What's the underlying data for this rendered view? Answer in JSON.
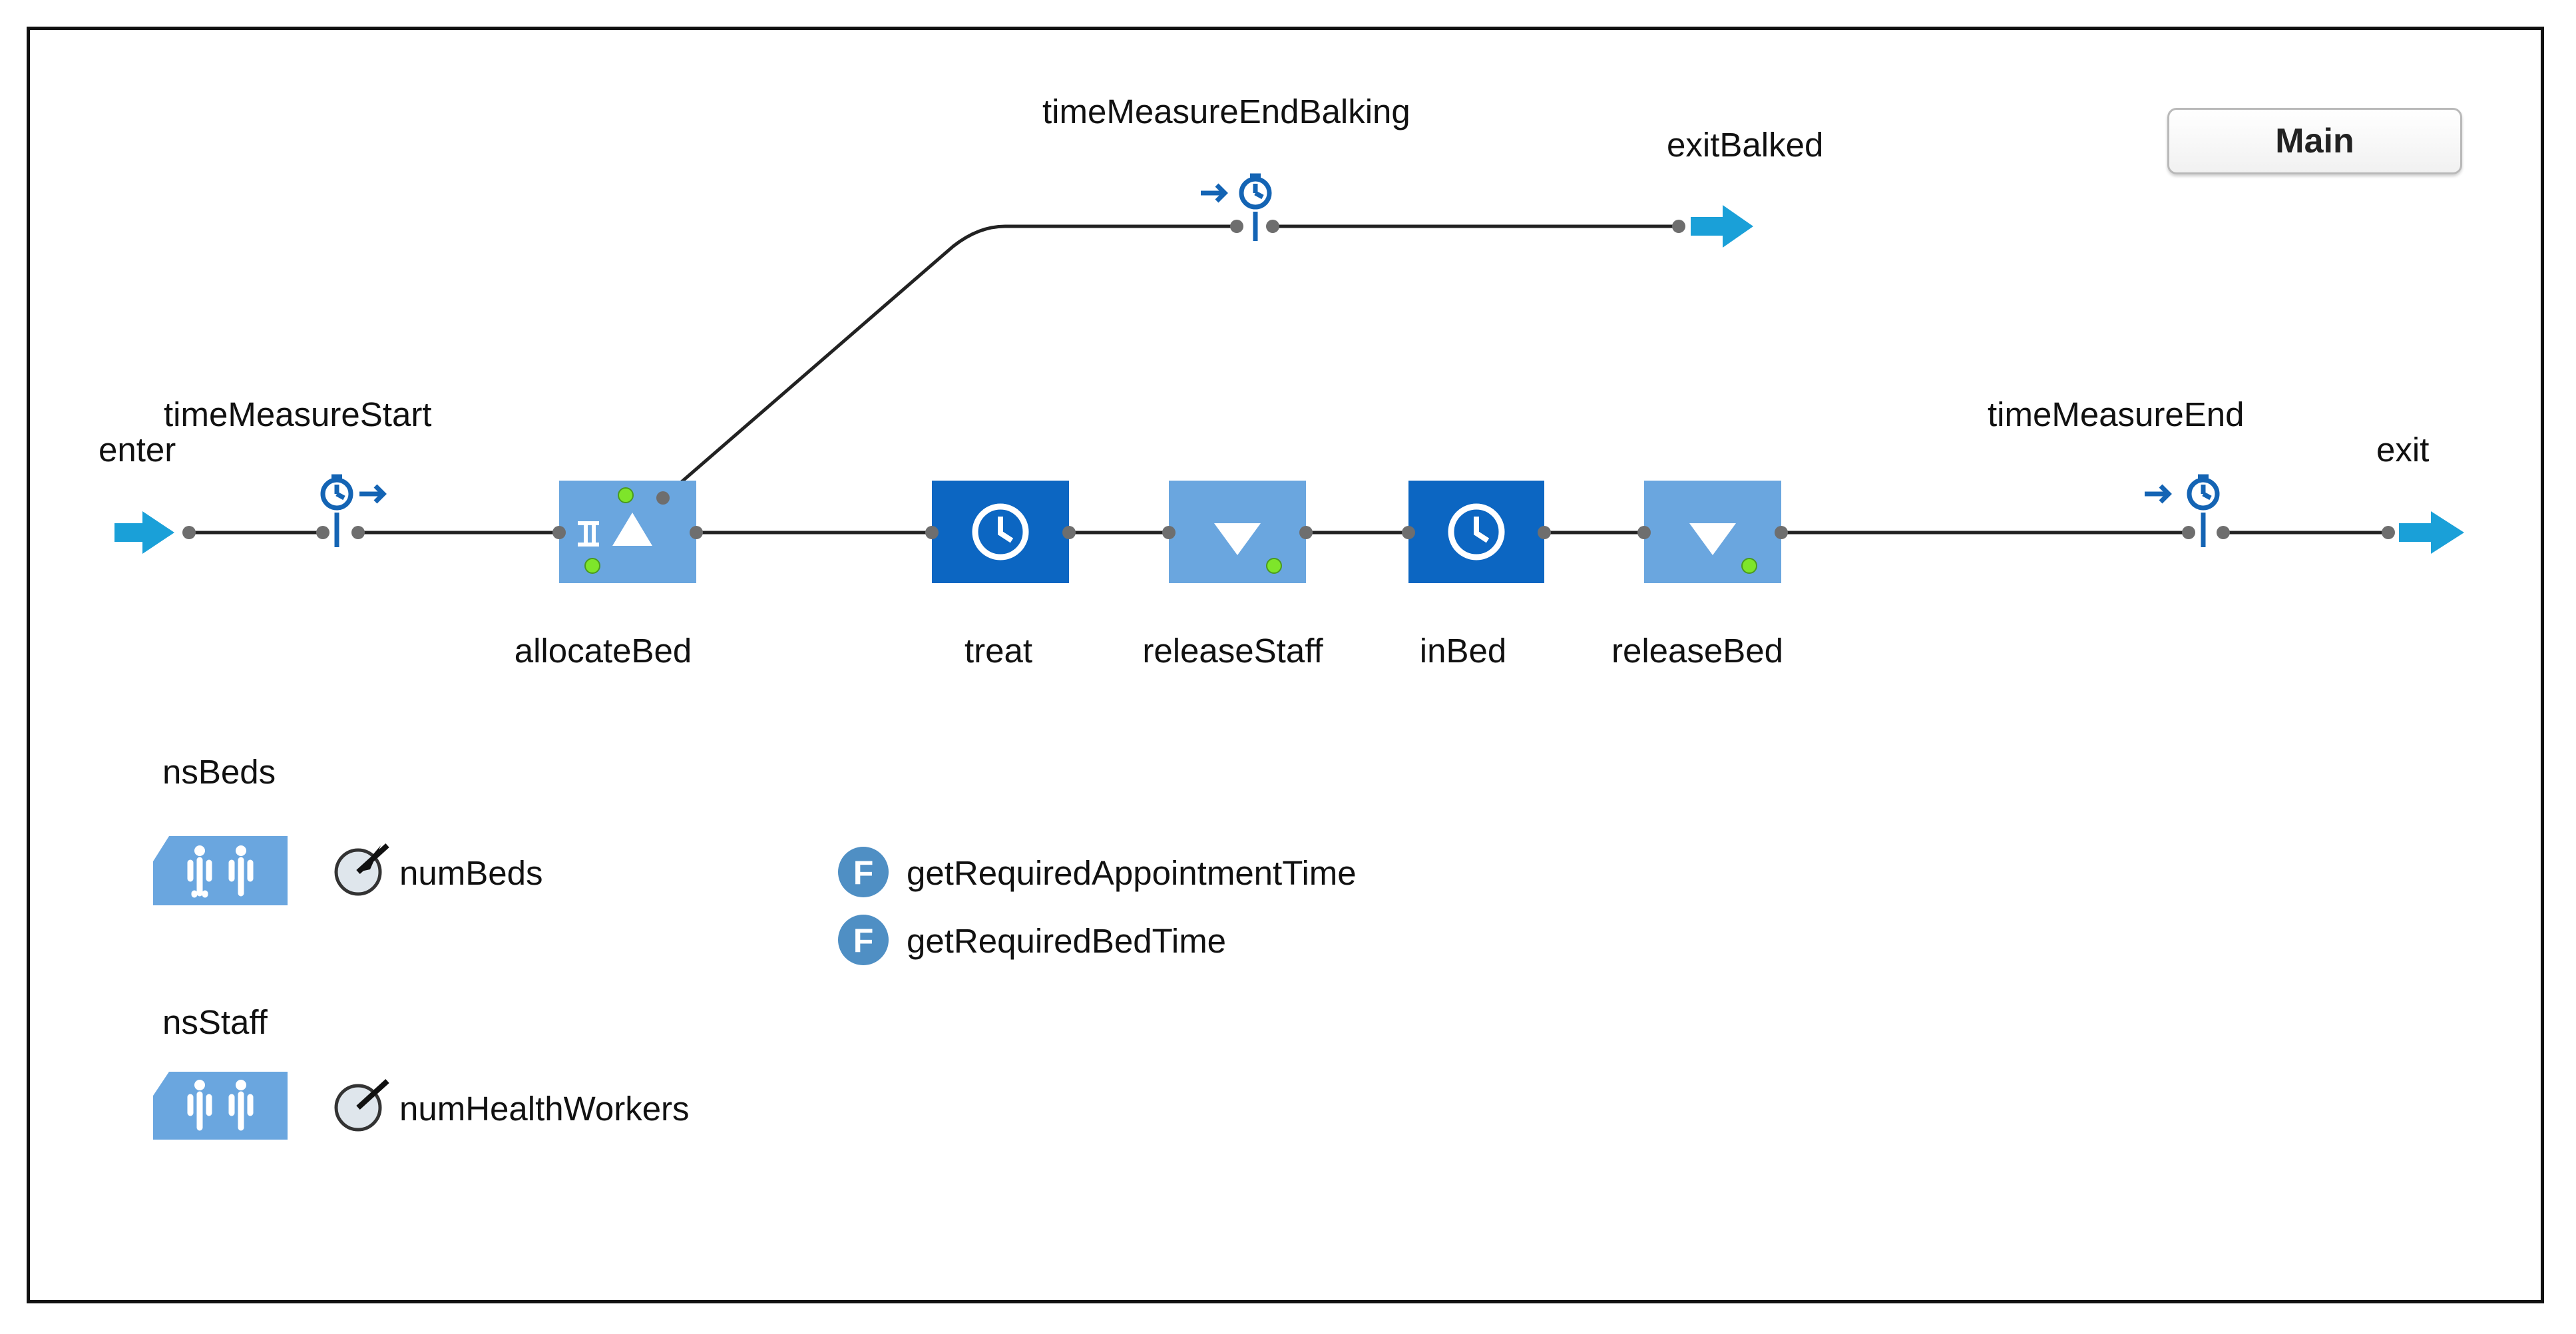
{
  "diagram": {
    "blocks": {
      "enter": "enter",
      "time_measure_start": "timeMeasureStart",
      "allocate_bed": "allocateBed",
      "treat": "treat",
      "release_staff": "releaseStaff",
      "in_bed": "inBed",
      "release_bed": "releaseBed",
      "time_measure_end": "timeMeasureEnd",
      "exit": "exit",
      "time_measure_end_balking": "timeMeasureEndBalking",
      "exit_balked": "exitBalked"
    },
    "resources": {
      "beds_pool": "nsBeds",
      "num_beds": "numBeds",
      "staff_pool": "nsStaff",
      "num_health_workers": "numHealthWorkers"
    },
    "functions": {
      "fn1": "getRequiredAppointmentTime",
      "fn2": "getRequiredBedTime",
      "function_badge": "F"
    }
  },
  "toolbar": {
    "main_label": "Main"
  },
  "colors": {
    "light_block": "#6aa6df",
    "dark_block": "#0c66c2",
    "arrow": "#1aa0d8",
    "port": "#6e6e6e",
    "green": "#7ee52a",
    "line": "#222222"
  },
  "icons": {
    "source": "source-arrow-icon",
    "sink": "sink-arrow-icon",
    "time_start": "stopwatch-start-icon",
    "time_end": "stopwatch-end-icon",
    "seize": "seize-icon",
    "delay": "clock-icon",
    "release": "release-triangle-icon",
    "pool": "resource-pool-icon",
    "parameter": "parameter-gauge-icon",
    "function": "function-icon"
  }
}
